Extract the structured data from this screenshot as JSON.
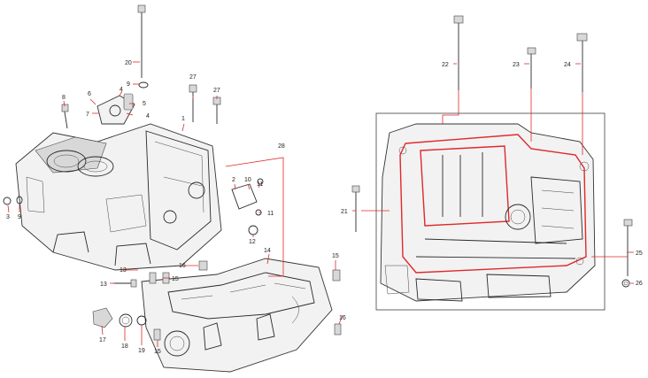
{
  "callouts": {
    "c1": "1",
    "c2": "2",
    "c3": "3",
    "c4a": "4",
    "c4b": "4",
    "c5": "5",
    "c6": "6",
    "c7": "7",
    "c8": "8",
    "c9a": "9",
    "c9b": "9",
    "c10": "10",
    "c11a": "11",
    "c11b": "11",
    "c12": "12",
    "c13a": "13",
    "c13b": "13",
    "c14": "14",
    "c15a": "15",
    "c15b": "15",
    "c15c": "15",
    "c16a": "16",
    "c16b": "16",
    "c17": "17",
    "c18": "18",
    "c19": "19",
    "c20": "20",
    "c21": "21",
    "c22": "22",
    "c23": "23",
    "c24": "24",
    "c25": "25",
    "c26": "26",
    "c27a": "27",
    "c27b": "27",
    "c28": "28"
  },
  "colors": {
    "leader": "#e0282a",
    "line": "#2a2a2a",
    "fill": "#f2f2f2"
  }
}
